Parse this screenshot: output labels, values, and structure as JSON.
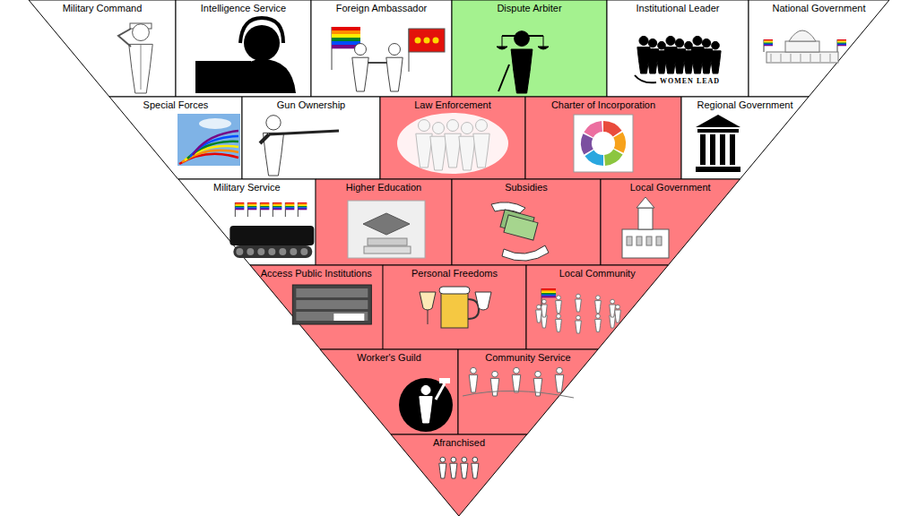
{
  "diagram": {
    "nodes": [
      {
        "text": [
          "Military Command"
        ]
      },
      {
        "text": [
          "Intelligence Service"
        ]
      },
      {
        "text": [
          "Foreign Ambassador"
        ]
      },
      {
        "text": [
          "Dispute Arbiter"
        ]
      },
      {
        "text": [
          "Institutional Leader"
        ]
      },
      {
        "text": [
          "National Government"
        ]
      },
      {
        "text": [
          "Special Forces"
        ]
      },
      {
        "text": [
          "Gun Ownership"
        ]
      },
      {
        "text": [
          "Law Enforcement"
        ]
      },
      {
        "text": [
          "Charter of Incorporation"
        ]
      },
      {
        "text": [
          "Regional Government"
        ]
      },
      {
        "text": [
          "Military Service"
        ]
      },
      {
        "text": [
          "Higher Education"
        ]
      },
      {
        "text": [
          "Subsidies"
        ]
      },
      {
        "text": [
          "Local Government"
        ]
      },
      {
        "text": [
          "Access Public Institutions"
        ]
      },
      {
        "text": [
          "Personal Freedoms"
        ]
      },
      {
        "text": [
          "Local Community"
        ]
      },
      {
        "text": [
          "Worker's Guild"
        ]
      },
      {
        "text": [
          "Community Service"
        ]
      },
      {
        "text": [
          "Afranchised"
        ]
      }
    ],
    "labels": [
      "WOMEN LEAD"
    ]
  }
}
